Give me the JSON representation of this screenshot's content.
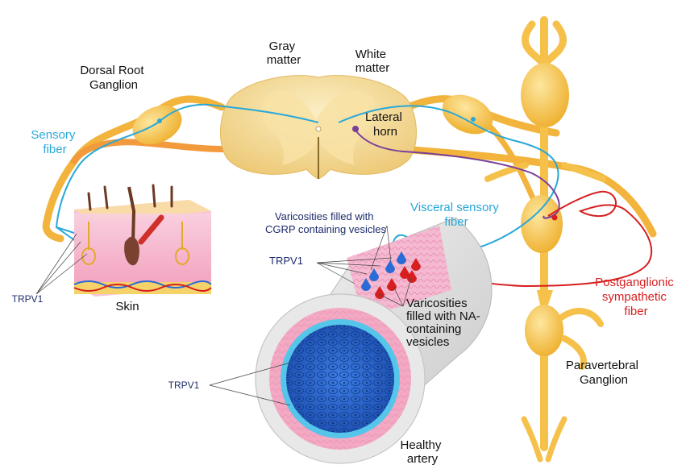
{
  "labels": {
    "gray_matter": [
      "Gray",
      "matter"
    ],
    "white_matter": [
      "White",
      "matter"
    ],
    "drg": [
      "Dorsal Root",
      "Ganglion"
    ],
    "lateral_horn": [
      "Lateral",
      "horn"
    ],
    "sensory_fiber": [
      "Sensory",
      "fiber"
    ],
    "visceral": [
      "Visceral sensory",
      "fiber"
    ],
    "cgrp": [
      "Varicosities filled with",
      "CGRP containing vesicles"
    ],
    "trpv1_vessel": "TRPV1",
    "trpv1_skin": "TRPV1",
    "trpv1_artery": "TRPV1",
    "skin": "Skin",
    "na": [
      "Varicosities",
      "filled with NA-",
      "containing",
      "vesicles"
    ],
    "postganglionic": [
      "Postganglionic",
      "sympathetic",
      "fiber"
    ],
    "paravertebral": [
      "Paravertebral",
      "Ganglion"
    ],
    "healthy": [
      "Healthy",
      "artery"
    ]
  },
  "colors": {
    "sensory": "#29a8d8",
    "sympathetic": "#d61f1f",
    "preganglionic": "#7a3f9a",
    "nerve": "#f2b43c",
    "ganglion": "#f7c64a",
    "cord": "#f5dc98",
    "skin": "#f6b8cf",
    "vessel_outer": "#e2e2e2",
    "vessel_media": "#f3a9c4",
    "endothelium": "#2b6bd6"
  }
}
